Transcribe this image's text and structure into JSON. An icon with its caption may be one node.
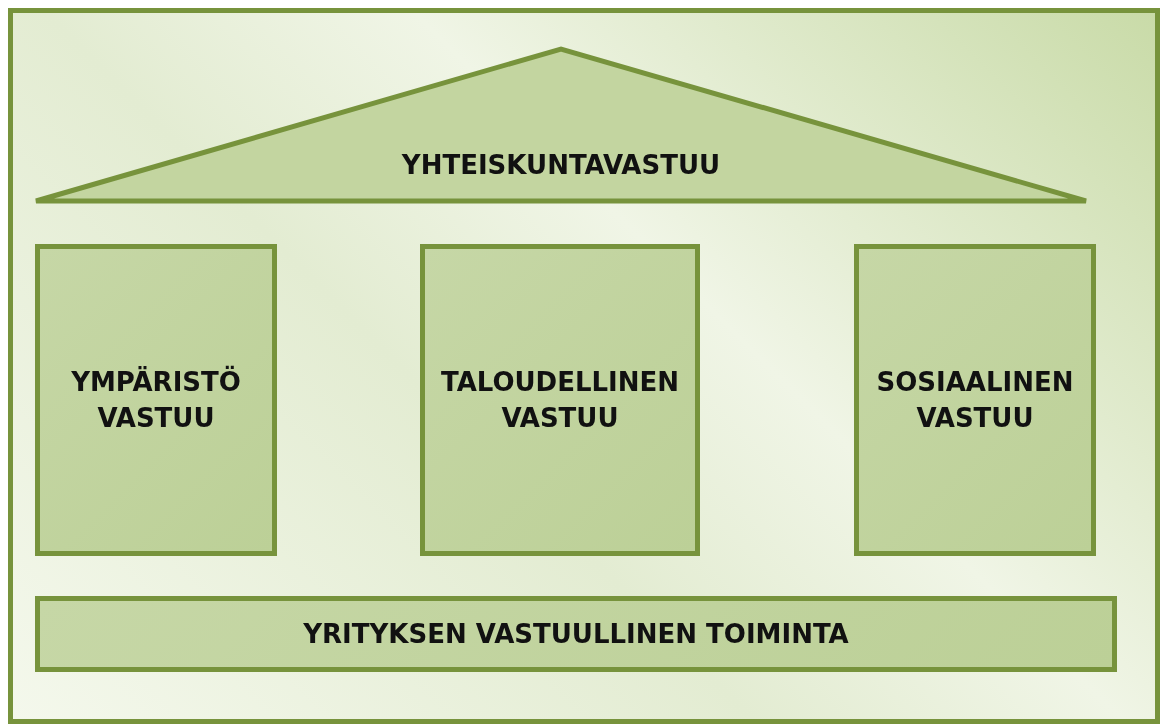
{
  "diagram": {
    "nodes": [
      {
        "text": [],
        "shape": "box"
      },
      {
        "text": [
          "YHTEISKUNTAVASTUU"
        ],
        "in": 0
      },
      {
        "text": [
          "YMPÄRISTÖ VASTUU"
        ],
        "in": 0
      },
      {
        "text": [
          "TALOUDELLINEN VASTUU"
        ],
        "in": 0
      },
      {
        "text": [
          "SOSIAALINEN VASTUU"
        ],
        "in": 0
      },
      {
        "text": [
          "YRITYKSEN VASTUULLINEN TOIMINTA"
        ],
        "in": 0
      }
    ]
  }
}
